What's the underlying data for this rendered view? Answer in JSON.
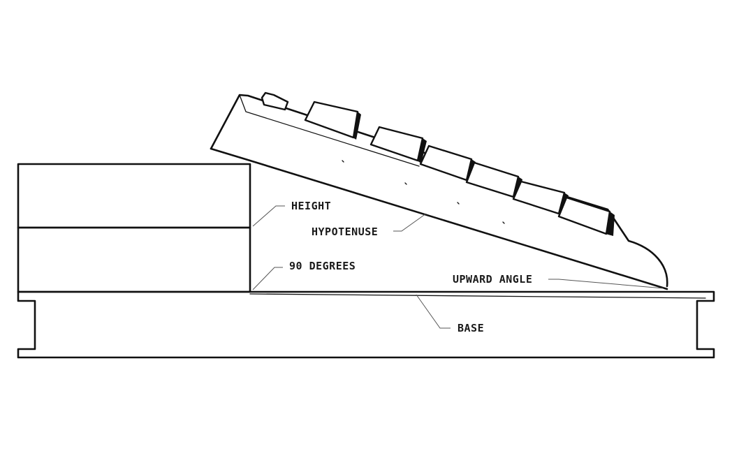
{
  "diagram": {
    "labels": {
      "height": "HEIGHT",
      "hypotenuse": "HYPOTENUSE",
      "right_angle": "90 DEGREES",
      "upward_angle": "UPWARD ANGLE",
      "base": "BASE"
    },
    "colors": {
      "ink": "#111111",
      "leader": "#555555",
      "background": "#ffffff"
    }
  }
}
